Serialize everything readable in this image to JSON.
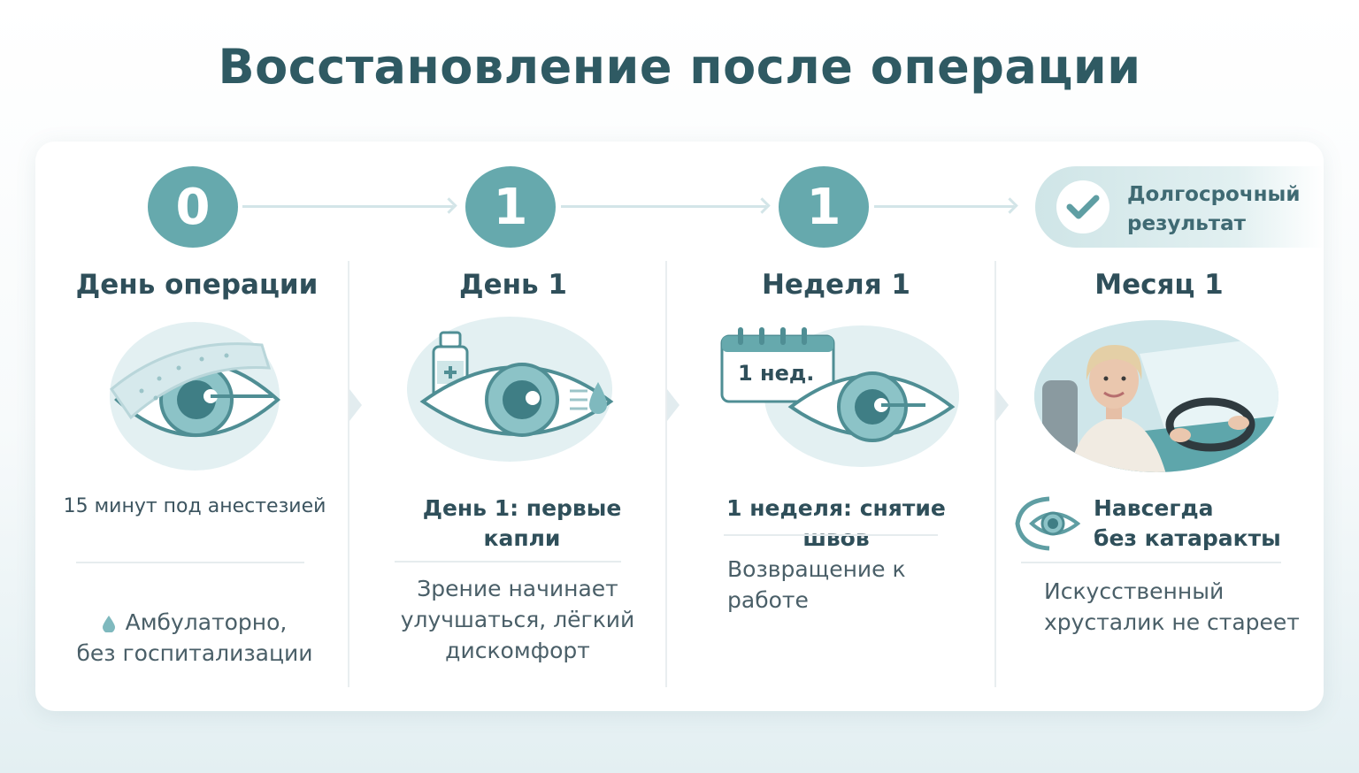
{
  "title": "Восстановление после операции",
  "steps": [
    {
      "number": "0",
      "heading": "День операции",
      "note": "15 минут под анестезией",
      "detail_line1": "Амбулаторно,",
      "detail_line2": "без госпитализации",
      "icon": "bandaged-eye-icon"
    },
    {
      "number": "1",
      "heading": "День 1",
      "note_line1": "День 1: первые",
      "note_line2": "капли",
      "detail_line1": "Зрение начинает",
      "detail_line2": "улучшаться, лёгкий",
      "detail_line3": "дискомфорт",
      "icon": "eye-drops-icon"
    },
    {
      "number": "1",
      "heading": "Неделя 1",
      "calendar_label": "1 нед.",
      "note": "1 неделя: снятие швов",
      "detail_line1": "Возвращение к",
      "detail_line2": "работе",
      "icon": "calendar-eye-icon"
    },
    {
      "result_line1": "Долгосрочный",
      "result_line2": "результат",
      "heading": "Месяц 1",
      "note_line1": "Навсегда",
      "note_line2": "без катаракты",
      "detail_line1": "Искусственный",
      "detail_line2": "хрусталик не стареет",
      "icon": "woman-driving-icon"
    }
  ],
  "colors": {
    "accent": "#66a9ad",
    "title": "#2f5a63",
    "text": "#2f4f5a"
  }
}
